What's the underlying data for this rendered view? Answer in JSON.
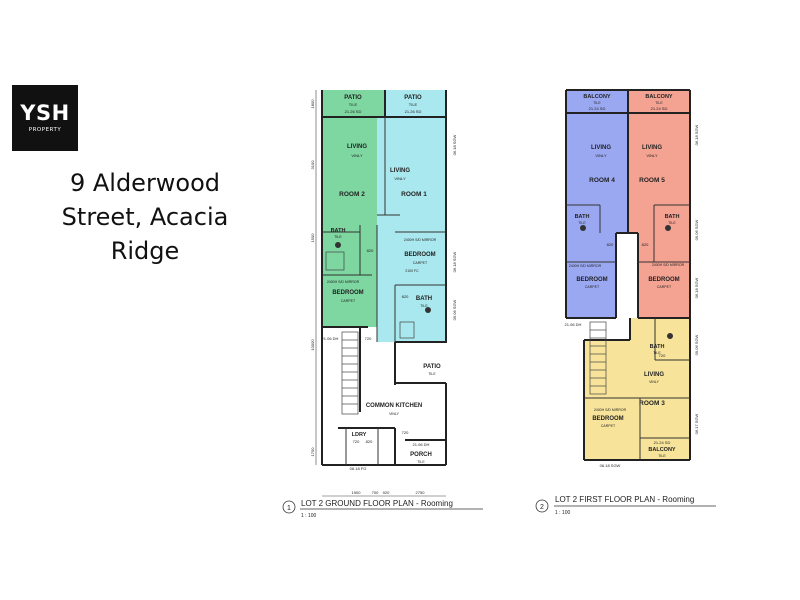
{
  "brand": {
    "logo_text": "YSH",
    "logo_subtext": "PROPERTY"
  },
  "address": {
    "line1": "9 Alderwood",
    "line2": "Street, Acacia",
    "line3": "Ridge"
  },
  "ground_floor": {
    "rooms": {
      "patio_left": "PATIO",
      "patio_left_finish": "TILE",
      "patio_left_level": "21.26 SD",
      "patio_right": "PATIO",
      "patio_right_finish": "TILE",
      "patio_right_level": "21.26 SD",
      "living_left": "LIVING",
      "living_left_finish": "VINLY",
      "room2": "ROOM 2",
      "bath_left": "BATH",
      "bath_left_finish": "TILE",
      "bedroom_left": "BEDROOM",
      "bedroom_left_finish": "CARPET",
      "living_right": "LIVING",
      "living_right_finish": "VINLY",
      "room1": "ROOM 1",
      "bedroom_right": "BEDROOM",
      "bedroom_right_finish": "CARPET",
      "bath_right": "BATH",
      "bath_right_finish": "TILE",
      "patio_rear": "PATIO",
      "patio_rear_finish": "TILE",
      "common_kitchen": "COMMON KITCHEN",
      "common_kitchen_finish": "VINLY",
      "ldry": "LDRY",
      "porch": "PORCH",
      "porch_finish": "TILE"
    },
    "notes": {
      "level_dh_left": "21.06 DH",
      "level_dh_right": "21.06 DH",
      "level_fg": "06.18 FG",
      "robe_note_left": "2400H S/D MIRROR",
      "robe_note_right": "2400H S/D MIRROR",
      "swf_1": "06.18 SGW",
      "swf_2": "06.18 SGW",
      "swf_3": "09.06 SGW",
      "fc_note": "2100 FC",
      "door_820_a": "820",
      "door_820_b": "820",
      "door_820_c": "820",
      "door_720_a": "720",
      "door_720_b": "720",
      "door_720_c": "720"
    },
    "dimensions": {
      "left": [
        "1800",
        "3100",
        "1500",
        "10000",
        "1700"
      ],
      "bottom": [
        "1900",
        "700",
        "920",
        "2750"
      ]
    },
    "caption_number": "1",
    "caption": "LOT 2 GROUND FLOOR PLAN - Rooming",
    "scale": "1 : 100"
  },
  "first_floor": {
    "rooms": {
      "balcony_left": "BALCONY",
      "balcony_left_finish": "TILE",
      "balcony_left_level": "21.24 SD",
      "balcony_right": "BALCONY",
      "balcony_right_finish": "TILE",
      "balcony_right_level": "21.24 SD",
      "living_left": "LIVING",
      "living_left_finish": "VINLY",
      "room4": "ROOM 4",
      "living_right": "LIVING",
      "living_right_finish": "VINLY",
      "room5": "ROOM 5",
      "bath_left": "BATH",
      "bath_left_finish": "TILE",
      "bath_right": "BATH",
      "bath_right_finish": "TILE",
      "bedroom_left": "BEDROOM",
      "bedroom_left_finish": "CARPET",
      "bedroom_right": "BEDROOM",
      "bedroom_right_finish": "CARPET",
      "bath_rear": "BATH",
      "bath_rear_finish": "TILE",
      "living_rear": "LIVING",
      "living_rear_finish": "VINLY",
      "room3": "ROOM 3",
      "bedroom_rear": "BEDROOM",
      "bedroom_rear_finish": "CARPET",
      "balcony_rear": "BALCONY",
      "balcony_rear_finish": "TILE",
      "balcony_rear_level": "21.24 SD"
    },
    "notes": {
      "level_dh": "21.06 DH",
      "level_sgw_bottom": "06.18 SGW",
      "robe_note_left": "2400H S/D MIRROR",
      "robe_note_right": "2400H S/D MIRROR",
      "robe_note_rear": "2400H S/D MIRROR",
      "swf_1": "06.18 SGW",
      "swf_2": "09.06 SGW",
      "swf_3": "06.18 SGW",
      "swf_4": "09.06 SGW",
      "swf_5": "06.17 SGW",
      "door_820_a": "820",
      "door_820_b": "820",
      "door_720_a": "720"
    },
    "caption_number": "2",
    "caption": "LOT 2 FIRST FLOOR PLAN - Rooming",
    "scale": "1 : 100"
  },
  "colors": {
    "green": "#7ed6a0",
    "cyan": "#a9e8ee",
    "blue": "#9aa8f2",
    "salmon": "#f4a292",
    "yellow": "#f7e49a"
  }
}
